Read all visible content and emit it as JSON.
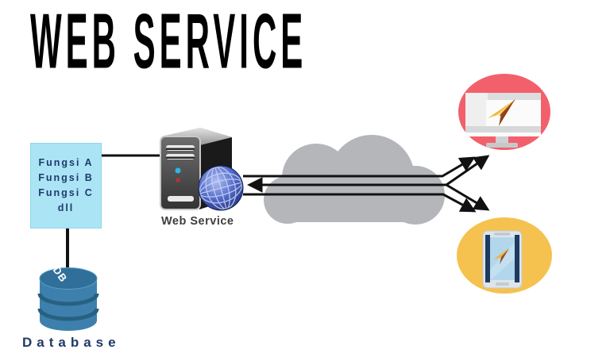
{
  "title": "WEB SERVICE",
  "function_box": {
    "lines": [
      "Fungsi A",
      "Fungsi B",
      "Fungsi C",
      "dll"
    ]
  },
  "server": {
    "label": "Web Service"
  },
  "database": {
    "label": "Database",
    "disc_text": "DB"
  },
  "clients": {
    "desktop": {
      "icon": "desktop-monitor-cursor-icon"
    },
    "mobile": {
      "icon": "smartphone-cursor-icon"
    }
  },
  "cloud": {
    "icon": "cloud-icon"
  },
  "arrows": {
    "to_clients_count": 4,
    "to_server_count": 1
  },
  "colors": {
    "function_box_fill": "#abe4f5",
    "function_box_text": "#1e3a6b",
    "cloud_gray": "#b4b6b9",
    "desktop_circle_pink": "#f2606b",
    "mobile_circle_yellow": "#f5c24f",
    "database_blue": "#3d80ae",
    "globe_blue": "#3a55b8",
    "arrow_black": "#111111",
    "cursor_gold": "#f0b42f",
    "title_black": "#000000"
  }
}
